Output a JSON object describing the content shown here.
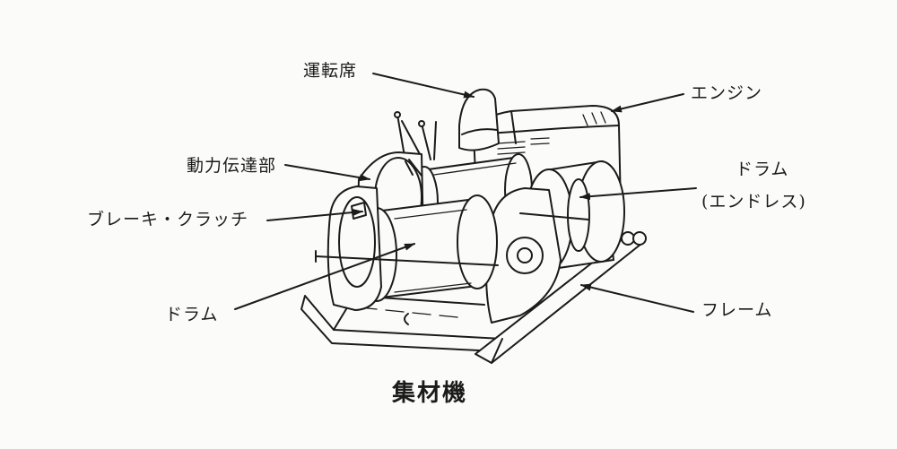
{
  "title": "集材機",
  "labels": {
    "seat": "運転席",
    "engine": "エンジン",
    "transmission": "動力伝達部",
    "drum_endless_1": "ドラム",
    "drum_endless_2": "(エンドレス)",
    "brake_clutch": "ブレーキ・クラッチ",
    "drum": "ドラム",
    "frame": "フレーム"
  }
}
